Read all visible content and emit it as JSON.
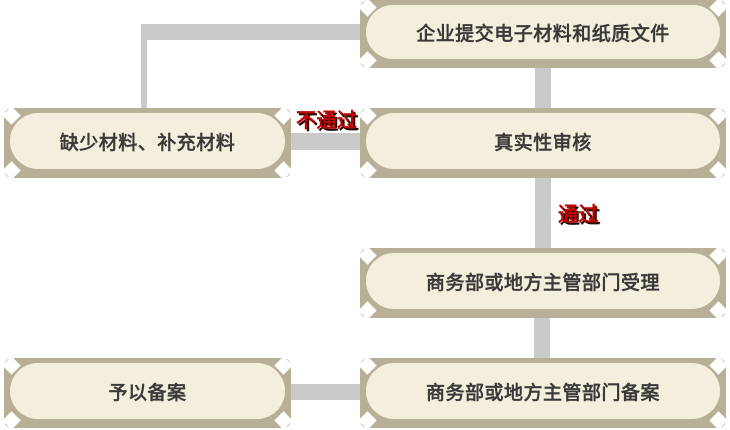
{
  "diagram": {
    "type": "flowchart",
    "colors": {
      "box_border": "#b8b096",
      "box_fill": "#f4eedd",
      "connector": "#cacaca",
      "label_text": "#3a3a3a",
      "flag_red": "#c00000",
      "background": "#ffffff"
    },
    "boxes": [
      {
        "id": "submit",
        "label": "企业提交电子材料和纸质文件"
      },
      {
        "id": "missing",
        "label": "缺少材料、补充材料"
      },
      {
        "id": "review",
        "label": "真实性审核"
      },
      {
        "id": "accept",
        "label": "商务部或地方主管部门受理"
      },
      {
        "id": "filed",
        "label": "予以备案"
      },
      {
        "id": "record",
        "label": "商务部或地方主管部门备案"
      }
    ],
    "flags": [
      {
        "id": "fail",
        "label": "不通过"
      },
      {
        "id": "pass",
        "label": "通过"
      }
    ]
  }
}
